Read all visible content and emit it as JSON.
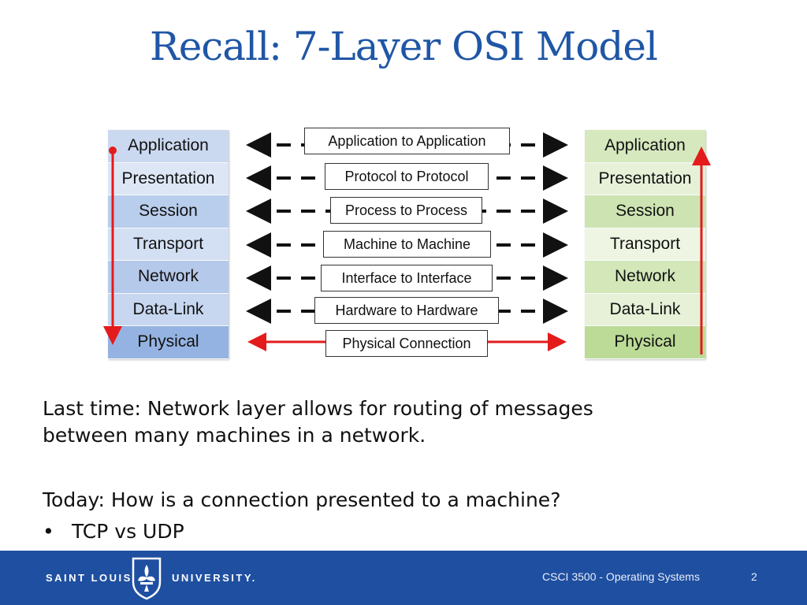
{
  "slide": {
    "title": "Recall: 7-Layer OSI Model"
  },
  "diagram": {
    "left_layers": [
      "Application",
      "Presentation",
      "Session",
      "Transport",
      "Network",
      "Data-Link",
      "Physical"
    ],
    "right_layers": [
      "Application",
      "Presentation",
      "Session",
      "Transport",
      "Network",
      "Data-Link",
      "Physical"
    ],
    "connections": [
      "Application to Application",
      "Protocol to Protocol",
      "Process to Process",
      "Machine to Machine",
      "Interface to Interface",
      "Hardware to Hardware",
      "Physical Connection"
    ],
    "colors": {
      "left_layer_fill": [
        "#cbd9f0",
        "#dce6f5",
        "#b9cdec",
        "#d3e0f3",
        "#b5c9ea",
        "#c7d7f0",
        "#95b3e2"
      ],
      "right_layer_fill": [
        "#d6e8be",
        "#e6f1d8",
        "#cde4b2",
        "#eef6e3",
        "#d3e7b9",
        "#e6f1d8",
        "#bcdb97"
      ],
      "red_arrow": "#e31b1b",
      "dashed_arrow": "#111111"
    }
  },
  "content": {
    "line1": "Last time: Network layer allows for routing of messages",
    "line2": "between many machines in a network.",
    "line3": "Today: How is a connection presented to a machine?",
    "bullet": "TCP vs UDP"
  },
  "footer": {
    "logo_left": "SAINT LOUIS",
    "logo_right": "UNIVERSITY.",
    "course": "CSCI 3500 - Operating Systems",
    "page": "2",
    "background": "#1f4fa0"
  }
}
